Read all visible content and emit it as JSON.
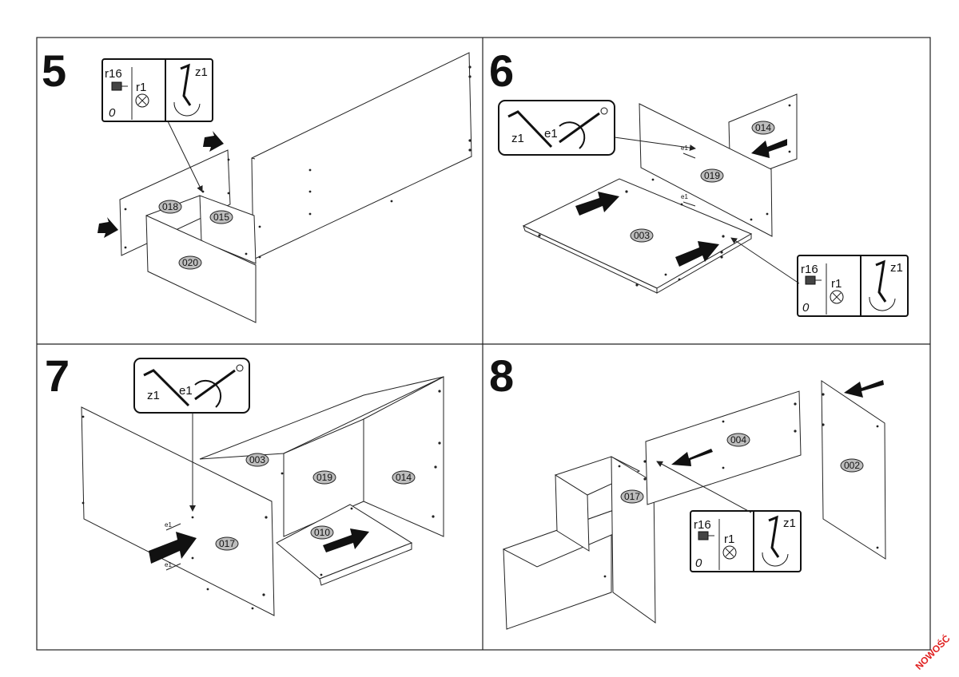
{
  "steps": [
    {
      "number": "5",
      "parts": [
        "018",
        "015",
        "020"
      ],
      "callout": {
        "left_labels": [
          "r16",
          "r1"
        ],
        "right_label": "z1"
      }
    },
    {
      "number": "6",
      "parts": [
        "014",
        "019",
        "003"
      ],
      "callout_top": {
        "labels": [
          "z1",
          "e1"
        ]
      },
      "small_label": "e1",
      "callout": {
        "left_labels": [
          "r16",
          "r1"
        ],
        "right_label": "z1"
      }
    },
    {
      "number": "7",
      "parts": [
        "003",
        "019",
        "014",
        "017",
        "010"
      ],
      "callout_top": {
        "labels": [
          "z1",
          "e1"
        ]
      },
      "small_label": "e1"
    },
    {
      "number": "8",
      "parts": [
        "004",
        "002",
        "017"
      ],
      "callout": {
        "left_labels": [
          "r16",
          "r1"
        ],
        "right_label": "z1"
      }
    }
  ],
  "stamp": "NOWOŚĆ",
  "colors": {
    "line": "#222222",
    "oval_fill": "#bdbdbd",
    "stamp": "#e02020"
  }
}
